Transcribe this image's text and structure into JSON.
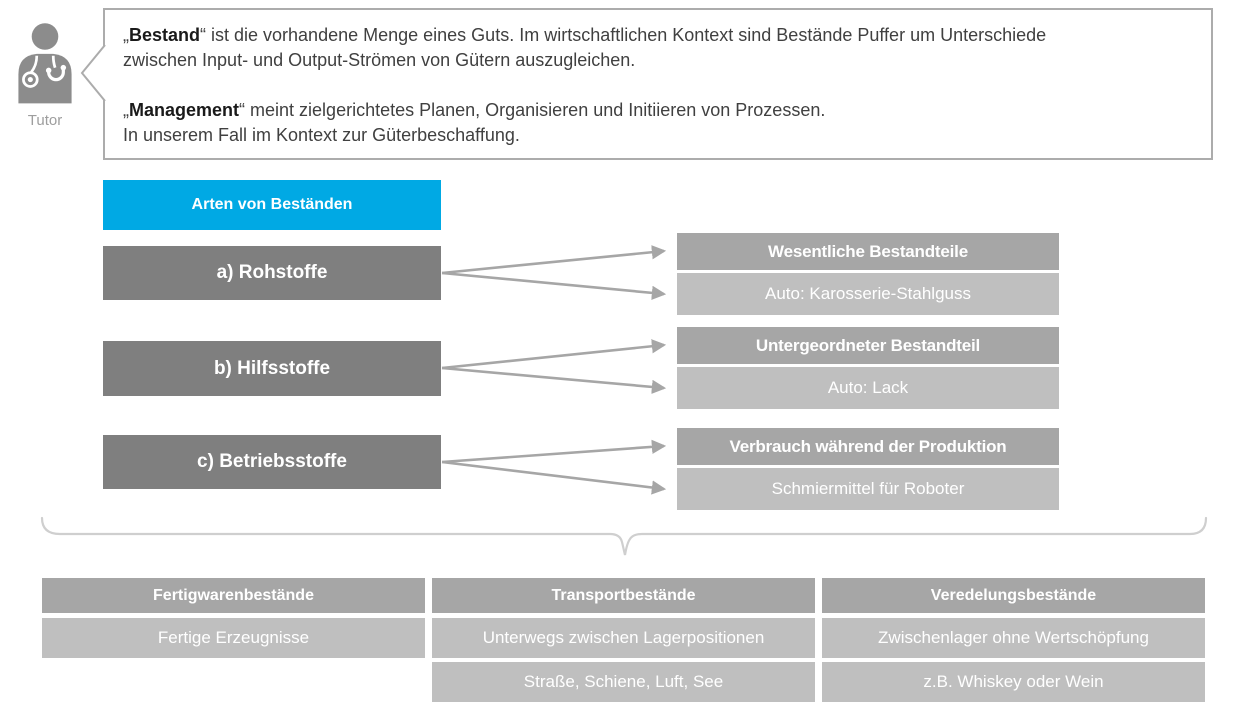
{
  "tutor": {
    "label": "Tutor"
  },
  "bubble": {
    "p1_open": "„",
    "p1_bold": "Bestand",
    "p1_rest": "“ ist die vorhandene Menge eines Guts. Im wirtschaftlichen Kontext sind Bestände Puffer um Unterschiede",
    "p1_line2": "zwischen Input- und Output-Strömen von Gütern auszugleichen.",
    "p2_open": "„",
    "p2_bold": "Management",
    "p2_rest": "“ meint zielgerichtetes Planen, Organisieren und Initiieren von Prozessen.",
    "p3": "In unserem Fall im Kontext zur Güterbeschaffung."
  },
  "diagram": {
    "header": "Arten von Beständen",
    "rows": [
      {
        "type": "a) Rohstoffe",
        "title": "Wesentliche Bestandteile",
        "example": "Auto: Karosserie-Stahlguss"
      },
      {
        "type": "b) Hilfsstoffe",
        "title": "Untergeordneter Bestandteil",
        "example": "Auto: Lack"
      },
      {
        "type": "c) Betriebsstoffe",
        "title": "Verbrauch während der Produktion",
        "example": "Schmiermittel für Roboter"
      }
    ]
  },
  "bottom": {
    "columns": [
      {
        "header": "Fertigwarenbestände",
        "rows": [
          "Fertige Erzeugnisse"
        ]
      },
      {
        "header": "Transportbestände",
        "rows": [
          "Unterwegs zwischen Lagerpositionen",
          "Straße, Schiene, Luft, See"
        ]
      },
      {
        "header": "Veredelungsbestände",
        "rows": [
          "Zwischenlager ohne Wertschöpfung",
          "z.B. Whiskey oder Wein"
        ]
      }
    ]
  },
  "colors": {
    "accent_blue": "#00A9E4",
    "dark_gray": "#7F7F7F",
    "mid_gray": "#A6A6A6",
    "light_gray": "#BFBFBF",
    "border_gray": "#ACACAC",
    "brace_gray": "#CFCFCF",
    "icon_gray": "#8C8C8C"
  }
}
